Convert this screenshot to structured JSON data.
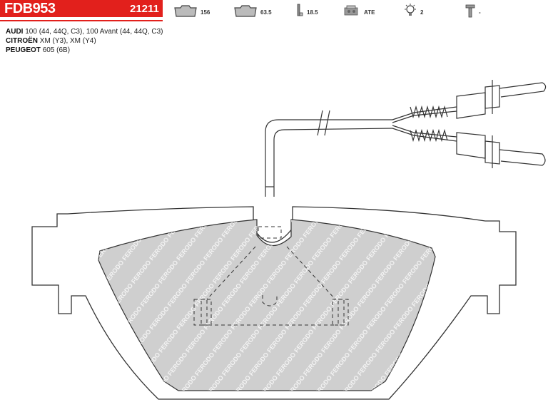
{
  "header": {
    "part_number": "FDB953",
    "reference_number": "21211"
  },
  "specs": {
    "width": {
      "icon": "pad-width-icon",
      "value": "156"
    },
    "height": {
      "icon": "pad-height-icon",
      "value": "63.5"
    },
    "thickness": {
      "icon": "pad-thickness-icon",
      "value": "18.5"
    },
    "system": {
      "icon": "caliper-system-icon",
      "value": "ATE"
    },
    "wear_indicator": {
      "icon": "wear-indicator-icon",
      "value": "2"
    },
    "accessories": {
      "icon": "accessory-pin-icon",
      "value": "-"
    }
  },
  "applications": [
    {
      "make": "AUDI",
      "models": "100 (44, 44Q, C3), 100 Avant (44, 44Q, C3)"
    },
    {
      "make": "CITROËN",
      "models": "XM (Y3), XM (Y4)"
    },
    {
      "make": "PEUGEOT",
      "models": "605 (6B)"
    }
  ],
  "drawing": {
    "watermark_text": "FERODO",
    "colors": {
      "brand_red": "#e2201c",
      "friction_fill": "#cfcfcf",
      "outline": "#333333"
    }
  }
}
